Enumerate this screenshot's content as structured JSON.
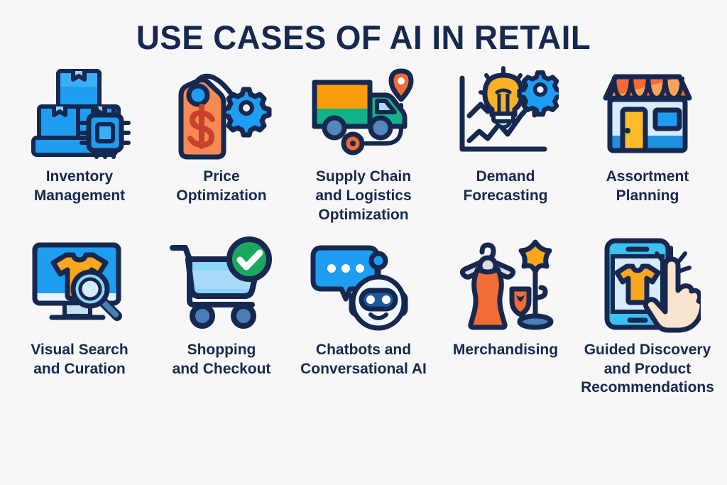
{
  "poster": {
    "title": "USE CASES OF AI IN RETAIL",
    "background_color": "#f7f7f7",
    "text_color": "#16284f",
    "accent_colors": {
      "navy": "#16284f",
      "blue": "#1f9df0",
      "light_blue": "#8ed4f7",
      "pale_blue": "#cfe9fb",
      "steel_blue": "#4a7fb5",
      "orange": "#f58a53",
      "deep_orange": "#f26b35",
      "amber": "#f9a81e",
      "yellow": "#fbbb2a",
      "green": "#11b288",
      "check_green": "#1aa85e",
      "red": "#c9402c"
    }
  },
  "rows": [
    {
      "items": [
        {
          "icon": "inventory-boxes-chip-icon",
          "label": "Inventory\nManagement"
        },
        {
          "icon": "price-tag-gear-icon",
          "label": "Price\nOptimization"
        },
        {
          "icon": "delivery-truck-route-pin-icon",
          "label": "Supply Chain\nand Logistics\nOptimization"
        },
        {
          "icon": "growth-chart-bulb-gear-icon",
          "label": "Demand\nForecasting"
        },
        {
          "icon": "storefront-icon",
          "label": "Assortment\nPlanning"
        }
      ]
    },
    {
      "items": [
        {
          "icon": "monitor-tshirt-magnifier-icon",
          "label": "Visual Search\nand Curation"
        },
        {
          "icon": "shopping-cart-check-icon",
          "label": "Shopping\nand Checkout"
        },
        {
          "icon": "chat-bubble-robot-icon",
          "label": "Chatbots and\nConversational AI"
        },
        {
          "icon": "dress-hanger-star-stand-icon",
          "label": "Merchandising"
        },
        {
          "icon": "smartphone-tshirt-tap-icon",
          "label": "Guided Discovery\nand Product\nRecommendations"
        }
      ]
    }
  ]
}
